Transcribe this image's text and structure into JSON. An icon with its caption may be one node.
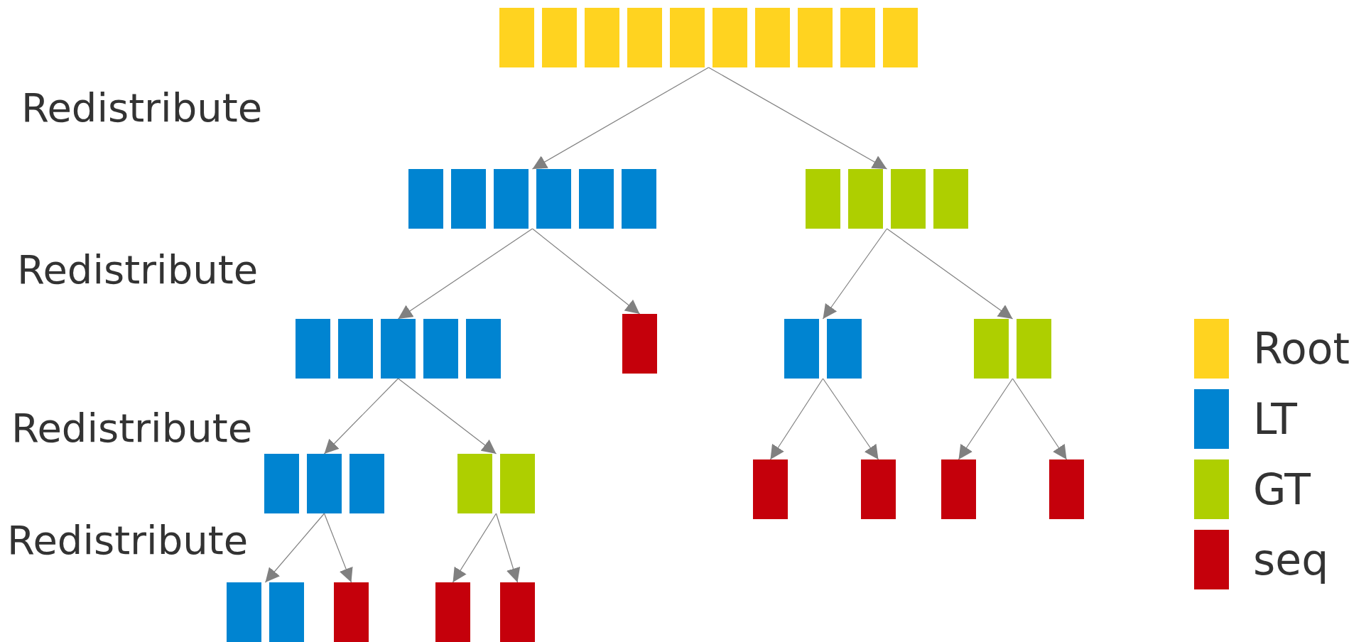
{
  "diagram": {
    "nodes": [
      {
        "text": [],
        "shape": "box"
      },
      {
        "text": [],
        "shape": "bar",
        "in": 0
      },
      {
        "text": [],
        "shape": "bar",
        "in": 0
      },
      {
        "text": [],
        "shape": "bar",
        "in": 0
      },
      {
        "text": [],
        "shape": "bar",
        "in": 0
      },
      {
        "text": [],
        "shape": "bar",
        "in": 0
      },
      {
        "text": [],
        "shape": "bar",
        "in": 0
      },
      {
        "text": [],
        "shape": "bar",
        "in": 0
      },
      {
        "text": [],
        "shape": "bar",
        "in": 0
      },
      {
        "text": [],
        "shape": "bar",
        "in": 0
      },
      {
        "text": [],
        "shape": "bar",
        "in": 0
      },
      {
        "text": [],
        "shape": "box"
      },
      {
        "text": [],
        "shape": "bar",
        "in": 11
      },
      {
        "text": [],
        "shape": "bar",
        "in": 11
      },
      {
        "text": [],
        "shape": "bar",
        "in": 11
      },
      {
        "text": [],
        "shape": "bar",
        "in": 11
      },
      {
        "text": [],
        "shape": "bar",
        "in": 11
      },
      {
        "text": [],
        "shape": "bar",
        "in": 11
      },
      {
        "text": [],
        "shape": "box"
      },
      {
        "text": [],
        "shape": "bar",
        "in": 18
      },
      {
        "text": [],
        "shape": "bar",
        "in": 18
      },
      {
        "text": [],
        "shape": "bar",
        "in": 18
      },
      {
        "text": [],
        "shape": "bar",
        "in": 18
      },
      {
        "text": [],
        "shape": "box"
      },
      {
        "text": [],
        "shape": "bar",
        "in": 23
      },
      {
        "text": [],
        "shape": "bar",
        "in": 23
      },
      {
        "text": [],
        "shape": "bar",
        "in": 23
      },
      {
        "text": [],
        "shape": "bar",
        "in": 23
      },
      {
        "text": [],
        "shape": "bar",
        "in": 23
      },
      {
        "text": [],
        "shape": "bar"
      },
      {
        "text": [],
        "shape": "box"
      },
      {
        "text": [],
        "shape": "bar",
        "in": 30
      },
      {
        "text": [],
        "shape": "bar",
        "in": 30
      },
      {
        "text": [],
        "shape": "box"
      },
      {
        "text": [],
        "shape": "bar",
        "in": 33
      },
      {
        "text": [],
        "shape": "bar",
        "in": 33
      },
      {
        "text": [],
        "shape": "box"
      },
      {
        "text": [],
        "shape": "bar",
        "in": 36
      },
      {
        "text": [],
        "shape": "bar",
        "in": 36
      },
      {
        "text": [],
        "shape": "bar",
        "in": 36
      },
      {
        "text": [],
        "shape": "box"
      },
      {
        "text": [],
        "shape": "bar",
        "in": 40
      },
      {
        "text": [],
        "shape": "bar",
        "in": 40
      },
      {
        "text": [],
        "shape": "bar"
      },
      {
        "text": [],
        "shape": "bar"
      },
      {
        "text": [],
        "shape": "bar"
      },
      {
        "text": [],
        "shape": "bar"
      },
      {
        "text": [],
        "shape": "box"
      },
      {
        "text": [],
        "shape": "bar",
        "in": 47
      },
      {
        "text": [],
        "shape": "bar",
        "in": 47
      },
      {
        "text": [],
        "shape": "bar"
      },
      {
        "text": [],
        "shape": "bar"
      },
      {
        "text": [],
        "shape": "bar"
      }
    ],
    "edges": [
      {
        "from": 0,
        "to": 11,
        "arrow": "to"
      },
      {
        "from": 0,
        "to": 18,
        "arrow": "to"
      },
      {
        "from": 11,
        "to": 23,
        "arrow": "to"
      },
      {
        "from": 11,
        "to": 29,
        "arrow": "to"
      },
      {
        "from": 18,
        "to": 30,
        "arrow": "to"
      },
      {
        "from": 18,
        "to": 33,
        "arrow": "to"
      },
      {
        "from": 23,
        "to": 36,
        "arrow": "to"
      },
      {
        "from": 23,
        "to": 40,
        "arrow": "to"
      },
      {
        "from": 30,
        "to": 43,
        "arrow": "to"
      },
      {
        "from": 30,
        "to": 44,
        "arrow": "to"
      },
      {
        "from": 33,
        "to": 45,
        "arrow": "to"
      },
      {
        "from": 33,
        "to": 46,
        "arrow": "to"
      },
      {
        "from": 36,
        "to": 47,
        "arrow": "to"
      },
      {
        "from": 36,
        "to": 50,
        "arrow": "to"
      },
      {
        "from": 40,
        "to": 51,
        "arrow": "to"
      },
      {
        "from": 40,
        "to": 52,
        "arrow": "to"
      }
    ],
    "labels": [
      "Redistribute",
      "Redistribute",
      "Redistribute",
      "Redistribute"
    ],
    "legend": [
      {
        "text": "Root",
        "color": "#ffd320"
      },
      {
        "text": "LT",
        "color": "#0084d1"
      },
      {
        "text": "GT",
        "color": "#aecf00"
      },
      {
        "text": "seq",
        "color": "#c5000b"
      }
    ]
  }
}
